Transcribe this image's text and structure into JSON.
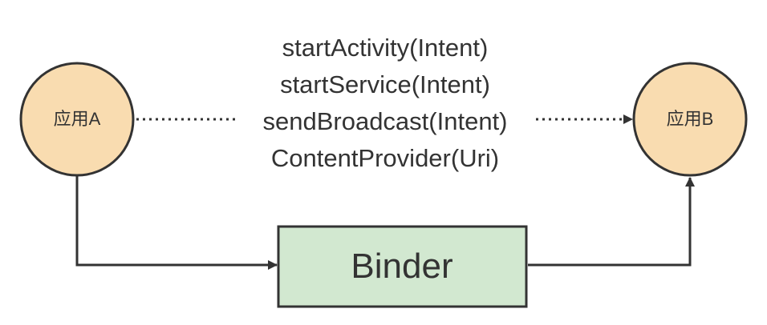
{
  "diagram": {
    "nodes": {
      "app_a": {
        "label": "应用A"
      },
      "app_b": {
        "label": "应用B"
      },
      "binder": {
        "label": "Binder"
      }
    },
    "direct_calls": [
      "startActivity(Intent)",
      "startService(Intent)",
      "sendBroadcast(Intent)",
      "ContentProvider(Uri)"
    ],
    "colors": {
      "app_fill": "#f9dcb0",
      "binder_fill": "#d2e8d0",
      "stroke": "#333333",
      "background": "#ffffff"
    }
  }
}
